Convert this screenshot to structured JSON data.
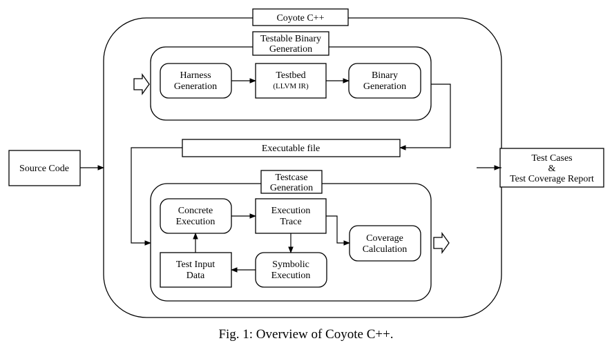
{
  "title": "Coyote C++",
  "source": "Source Code",
  "output": [
    "Test Cases",
    "&",
    "Test Coverage Report"
  ],
  "stage1": {
    "title": [
      "Testable Binary",
      "Generation"
    ],
    "harness": [
      "Harness",
      "Generation"
    ],
    "testbed": "Testbed",
    "testbed_sub": "(LLVM IR)",
    "binary": [
      "Binary",
      "Generation"
    ]
  },
  "executable": "Executable file",
  "stage2": {
    "title": [
      "Testcase",
      "Generation"
    ],
    "concrete": [
      "Concrete",
      "Execution"
    ],
    "trace": [
      "Execution",
      "Trace"
    ],
    "coverage": [
      "Coverage",
      "Calculation"
    ],
    "symbolic": [
      "Symbolic",
      "Execution"
    ],
    "input": [
      "Test Input",
      "Data"
    ]
  },
  "caption": "Fig. 1: Overview of Coyote C++."
}
